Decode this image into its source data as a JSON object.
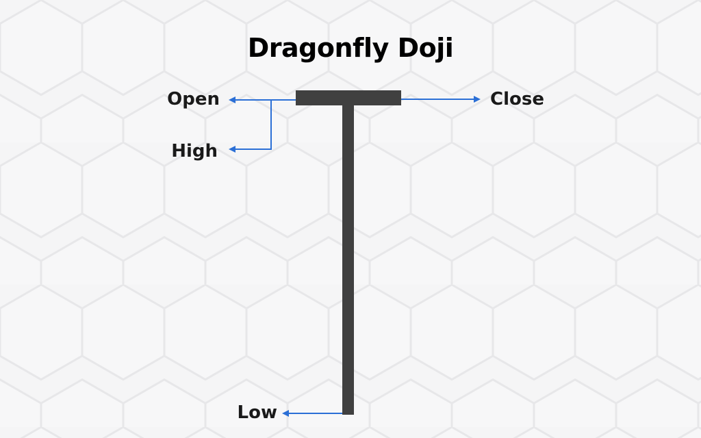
{
  "title": "Dragonfly Doji",
  "labels": {
    "open": "Open",
    "high": "High",
    "close": "Close",
    "low": "Low"
  },
  "colors": {
    "candle": "#404040",
    "arrow": "#2b6fd6",
    "background": "#f5f5f6",
    "hex_stroke": "#e6e6e8"
  }
}
